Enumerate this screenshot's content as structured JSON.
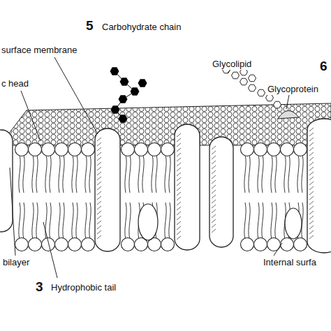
{
  "diagram": {
    "labels": [
      "5",
      "Carbohydrate chain",
      "surface membrane",
      "c head",
      "Glycolipid",
      "6",
      "Glycoprotein",
      "bilayer",
      "3",
      "Hydrophobic tail",
      "Internal surfa"
    ]
  }
}
